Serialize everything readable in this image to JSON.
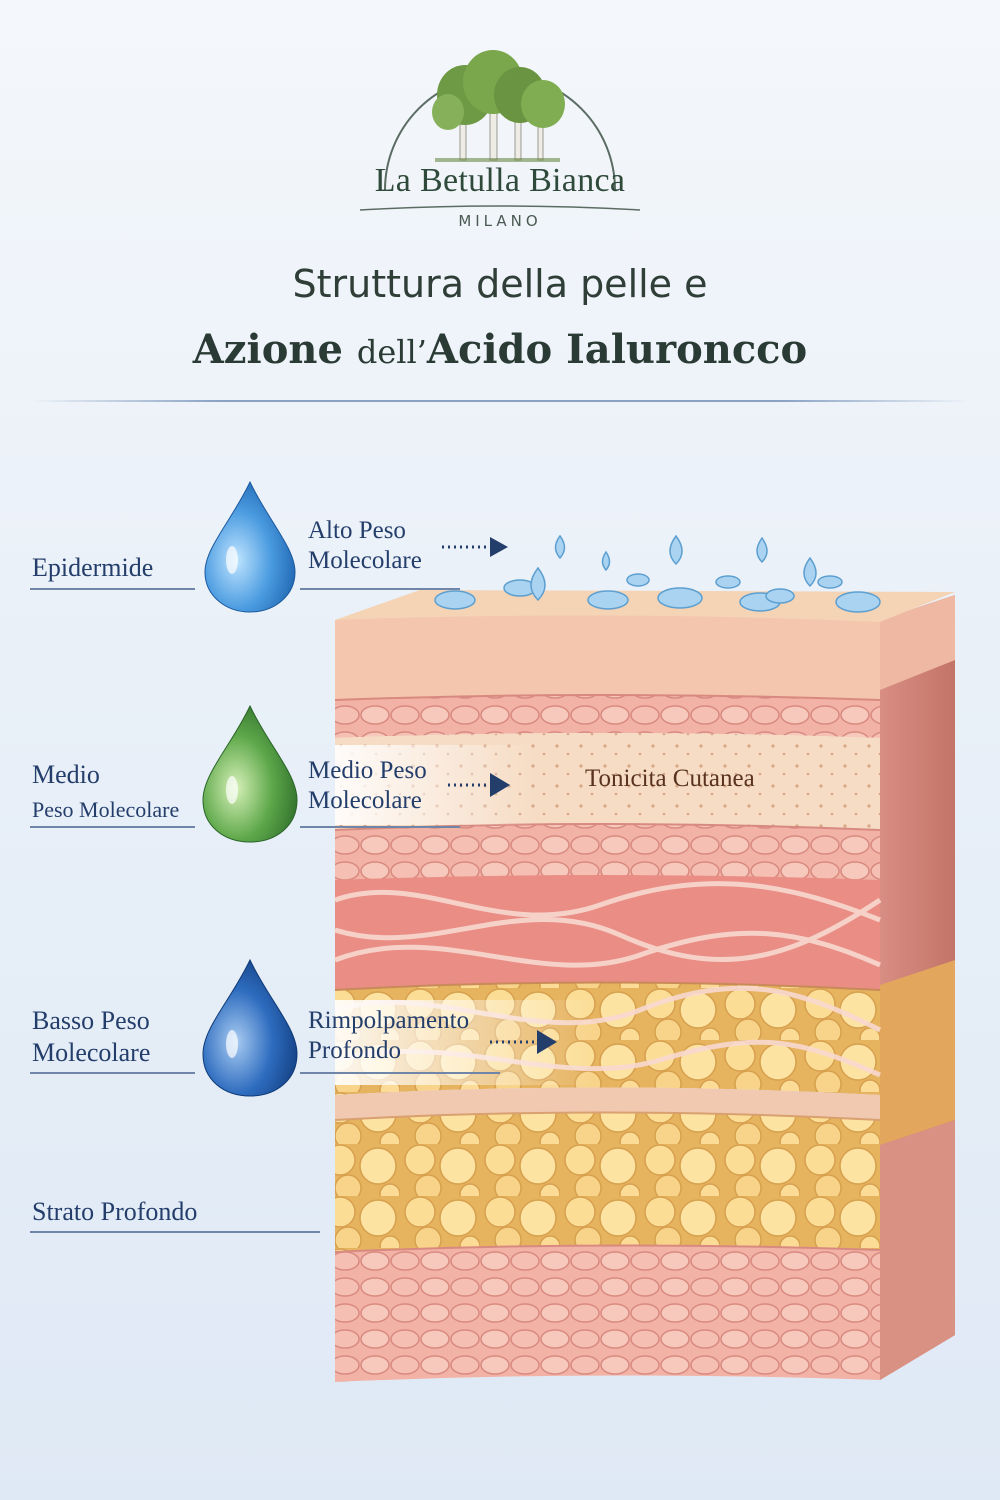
{
  "brand": {
    "name": "La Betulla Bianca",
    "city": "MILANO"
  },
  "title": {
    "line1": "Struttura della pelle e",
    "line2_a": "Azione ",
    "line2_b": "dell’",
    "line2_c": "Acido Ialuroncco"
  },
  "left_labels": {
    "epidermide": "Epidermide",
    "medio_1": "Medio",
    "medio_2": "Peso Molecolare",
    "basso_1": "Basso Peso",
    "basso_2": "Molecolare",
    "strato": "Strato Profondo"
  },
  "mid_labels": {
    "alto_1": "Alto Peso",
    "alto_2": "Molecolare",
    "medio_1": "Medio Peso",
    "medio_2": "Molecolare",
    "rimp_1": "Rimpolpamento",
    "rimp_2": "Profondo"
  },
  "layer_label": "Tonicita Cutanea",
  "colors": {
    "drop_high": "#3f8fd4",
    "drop_mid": "#4f9a45",
    "drop_low": "#1f5aa6",
    "label_text": "#243e6b",
    "brand_green": "#2f4a3a"
  }
}
